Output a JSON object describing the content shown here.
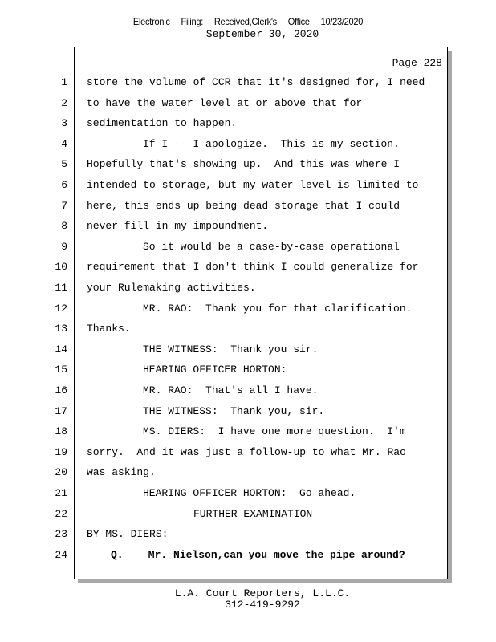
{
  "stamp": {
    "parts": [
      "Electronic",
      "Filing:",
      "Received,Clerk's",
      "Office",
      "10/23/2020"
    ]
  },
  "date": "September 30, 2020",
  "page_label": "Page 228",
  "lines": [
    {
      "n": "1",
      "style": "plain",
      "text": "store the volume of CCR that it's designed for, I need"
    },
    {
      "n": "2",
      "style": "plain",
      "text": "to have the water level at or above that for"
    },
    {
      "n": "3",
      "style": "plain",
      "text": "sedimentation to happen."
    },
    {
      "n": "4",
      "style": "indent",
      "text": "If I -- I apologize.  This is my section."
    },
    {
      "n": "5",
      "style": "plain",
      "text": "Hopefully that's showing up.  And this was where I"
    },
    {
      "n": "6",
      "style": "plain",
      "text": "intended to storage, but my water level is limited to"
    },
    {
      "n": "7",
      "style": "plain",
      "text": "here, this ends up being dead storage that I could"
    },
    {
      "n": "8",
      "style": "plain",
      "text": "never fill in my impoundment."
    },
    {
      "n": "9",
      "style": "indent",
      "text": "So it would be a case-by-case operational"
    },
    {
      "n": "10",
      "style": "plain",
      "text": "requirement that I don't think I could generalize for"
    },
    {
      "n": "11",
      "style": "plain",
      "text": "your Rulemaking activities."
    },
    {
      "n": "12",
      "style": "indent",
      "text": "MR. RAO:  Thank you for that clarification."
    },
    {
      "n": "13",
      "style": "plain",
      "text": "Thanks."
    },
    {
      "n": "14",
      "style": "indent",
      "text": "THE WITNESS:  Thank you sir."
    },
    {
      "n": "15",
      "style": "indent",
      "text": "HEARING OFFICER HORTON:"
    },
    {
      "n": "16",
      "style": "indent",
      "text": "MR. RAO:  That's all I have."
    },
    {
      "n": "17",
      "style": "indent",
      "text": "THE WITNESS:  Thank you, sir."
    },
    {
      "n": "18",
      "style": "indent",
      "text": "MS. DIERS:  I have one more question.  I'm"
    },
    {
      "n": "19",
      "style": "plain",
      "text": "sorry.  And it was just a follow-up to what Mr. Rao"
    },
    {
      "n": "20",
      "style": "plain",
      "text": "was asking."
    },
    {
      "n": "21",
      "style": "indent",
      "text": "HEARING OFFICER HORTON:  Go ahead."
    },
    {
      "n": "22",
      "style": "center",
      "text": "FURTHER EXAMINATION"
    },
    {
      "n": "23",
      "style": "plain",
      "text": "BY MS. DIERS:"
    },
    {
      "n": "24",
      "style": "q",
      "text": "Q.    Mr. Nielson,can you move the pipe around?"
    }
  ],
  "footer": {
    "company": "L.A. Court Reporters, L.L.C.",
    "phone": "312-419-9292"
  }
}
